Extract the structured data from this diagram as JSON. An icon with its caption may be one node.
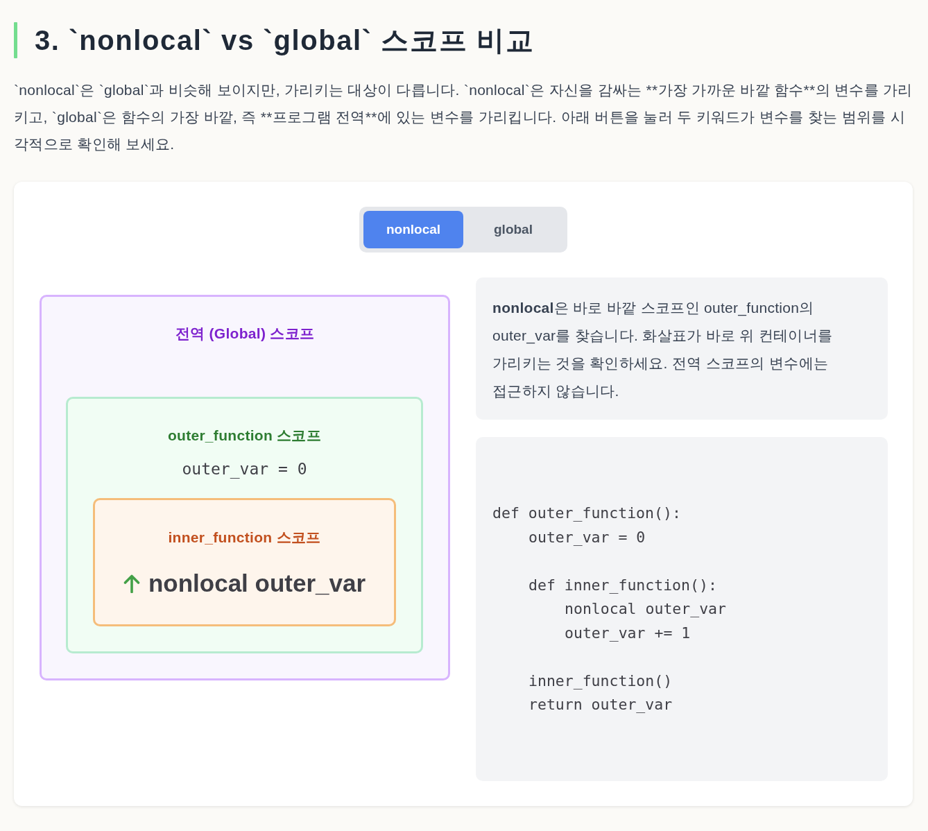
{
  "diagram": {
    "title": "3. `nonlocal` vs `global` 스코프 비교",
    "nodes": [
      {
        "text": [
          "nonlocal"
        ]
      },
      {
        "text": [
          "global"
        ]
      },
      {
        "text": [
          "전역 (Global) 스코프"
        ]
      },
      {
        "text": [
          "outer_function 스코프",
          "outer_var = 0"
        ],
        "in": 2
      },
      {
        "text": [
          "inner_function 스코프",
          "nonlocal outer_var"
        ],
        "in": 3
      },
      {
        "text": [
          "**nonlocal**은 바로 바깥 스코프인 outer_function의 outer_var를 찾습니다. 화살표가 바로 위 컨테이너를 가리키는 것을 확인하세요. 전역 스코프의 변수에는 접근하지 않습니다."
        ]
      },
      {
        "text": [
          "def outer_function():",
          "outer_var = 0",
          "def inner_function():",
          "nonlocal outer_var",
          "outer_var += 1",
          "inner_function()",
          "return outer_var"
        ]
      }
    ],
    "labels": [
      "`nonlocal`은 `global`과 비슷해 보이지만, 가리키는 대상이 다릅니다. `nonlocal`은 자신을 감싸는 **가장 가까운 바깥 함수**의 변수를 가리키고, `global`은 함수의 가장 바깥, 즉 **프로그램 전역**에 있는 변수를 가리킵니다. 아래 버튼을 눌러 두 키워드가 변수를 찾는 범위를 시각적으로 확인해 보세요."
    ]
  }
}
